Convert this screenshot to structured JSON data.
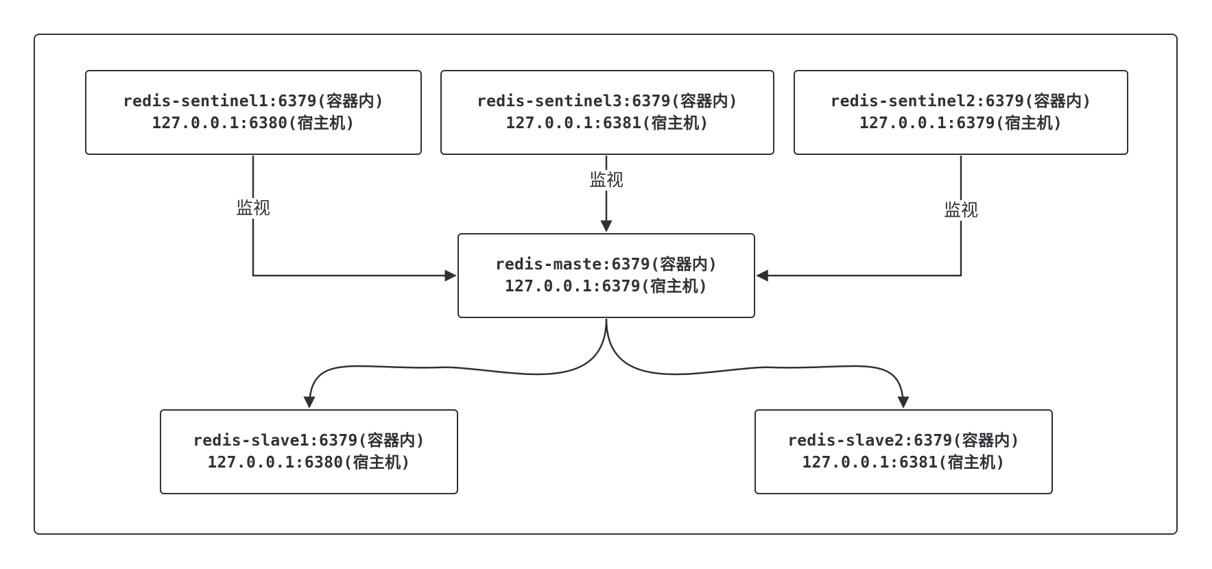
{
  "diagram": {
    "nodes": {
      "sentinel1": {
        "line1": "redis-sentinel1:6379(容器内)",
        "line2": "127.0.0.1:6380(宿主机)"
      },
      "sentinel3": {
        "line1": "redis-sentinel3:6379(容器内)",
        "line2": "127.0.0.1:6381(宿主机)"
      },
      "sentinel2": {
        "line1": "redis-sentinel2:6379(容器内)",
        "line2": "127.0.0.1:6379(宿主机)"
      },
      "master": {
        "line1": "redis-maste:6379(容器内)",
        "line2": "127.0.0.1:6379(宿主机)"
      },
      "slave1": {
        "line1": "redis-slave1:6379(容器内)",
        "line2": "127.0.0.1:6380(宿主机)"
      },
      "slave2": {
        "line1": "redis-slave2:6379(容器内)",
        "line2": "127.0.0.1:6381(宿主机)"
      }
    },
    "edges": [
      {
        "from": "sentinel1",
        "to": "master",
        "label": "监视"
      },
      {
        "from": "sentinel3",
        "to": "master",
        "label": "监视"
      },
      {
        "from": "sentinel2",
        "to": "master",
        "label": "监视"
      },
      {
        "from": "master",
        "to": "slave1",
        "label": ""
      },
      {
        "from": "master",
        "to": "slave2",
        "label": ""
      }
    ],
    "colors": {
      "stroke": "#2f3136",
      "background": "#ffffff"
    }
  }
}
